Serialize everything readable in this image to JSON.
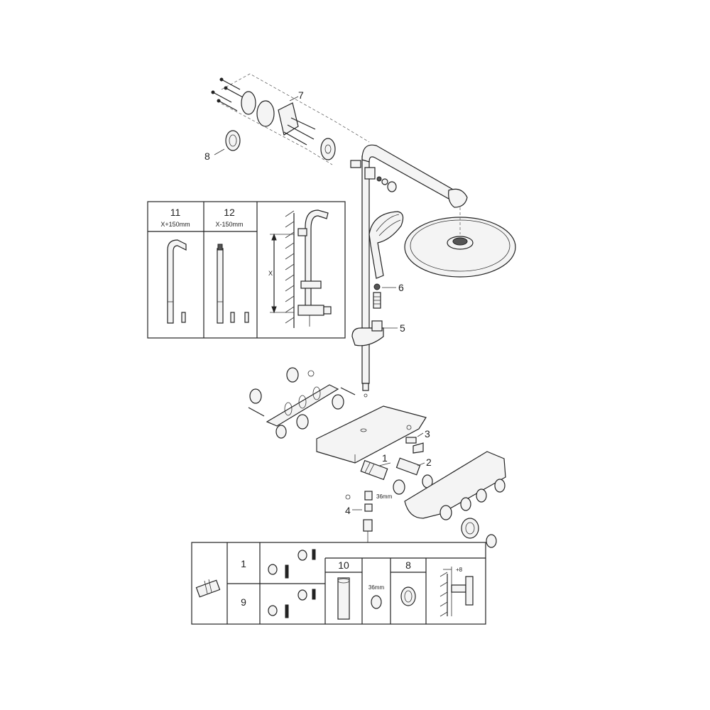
{
  "callouts": {
    "c1": "1",
    "c2": "2",
    "c3": "3",
    "c4": "4",
    "c5": "5",
    "c6": "6",
    "c7": "7",
    "c8": "8"
  },
  "option_panel": {
    "col11_num": "11",
    "col11_size": "X+150mm",
    "col12_num": "12",
    "col12_size": "X-150mm",
    "dim_x": "X"
  },
  "mixer_annotations": {
    "wrench_size": "36mm"
  },
  "spare_panel": {
    "row1_num": "1",
    "row9_num": "9",
    "col10_num": "10",
    "col10_size": "36mm",
    "col8_num": "8",
    "offset": "+8"
  }
}
